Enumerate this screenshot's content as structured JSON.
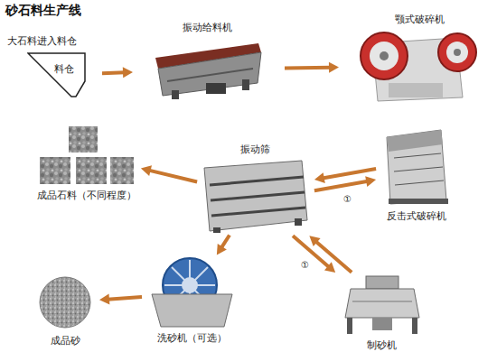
{
  "diagram": {
    "title": "砂石料生产线",
    "nodes": [
      {
        "text": [
          "大石料进入料仓",
          "料仓"
        ]
      },
      {
        "text": [
          "振动给料机"
        ]
      },
      {
        "text": [
          "颚式破碎机"
        ]
      },
      {
        "text": [
          "成品石料（不同程度）"
        ]
      },
      {
        "text": [
          "振动筛"
        ]
      },
      {
        "text": [
          "反击式破碎机"
        ]
      },
      {
        "text": [
          "成品砂"
        ]
      },
      {
        "text": [
          "洗砂机（可选）"
        ]
      },
      {
        "text": [
          "制砂机"
        ]
      }
    ],
    "edges": [
      {
        "from": 0,
        "to": 1,
        "arrow": "to"
      },
      {
        "from": 1,
        "to": 2,
        "arrow": "to"
      },
      {
        "from": 5,
        "to": 4,
        "arrow": "to"
      },
      {
        "from": 4,
        "to": 5,
        "arrow": "to",
        "label": "①"
      },
      {
        "from": 4,
        "to": 3,
        "arrow": "to"
      },
      {
        "from": 4,
        "to": 8,
        "arrow": "to",
        "label": "①"
      },
      {
        "from": 8,
        "to": 4,
        "arrow": "to"
      },
      {
        "from": 4,
        "to": 7,
        "arrow": "to"
      },
      {
        "from": 7,
        "to": 6,
        "arrow": "to"
      }
    ]
  }
}
